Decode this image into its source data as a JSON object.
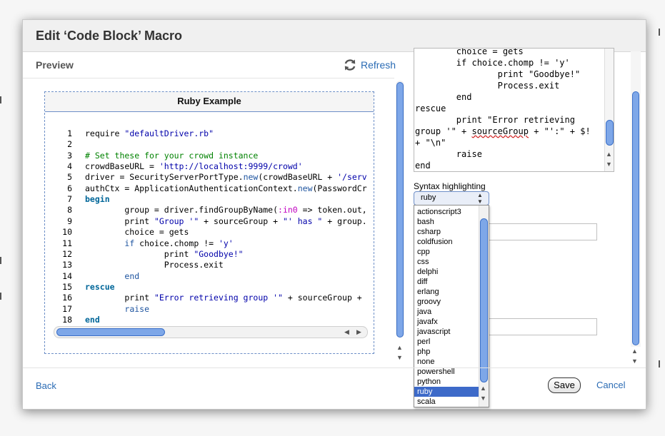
{
  "dialog": {
    "title": "Edit ‘Code Block’ Macro"
  },
  "preview": {
    "label": "Preview",
    "refresh_label": "Refresh"
  },
  "code_block": {
    "title": "Ruby Example",
    "lines": [
      {
        "n": "1",
        "html": "require <span class='tk-str'>\"defaultDriver.rb\"</span>"
      },
      {
        "n": "2",
        "html": ""
      },
      {
        "n": "3",
        "html": "<span class='tk-com'># Set these for your crowd instance</span>"
      },
      {
        "n": "4",
        "html": "crowdBaseURL = <span class='tk-str'>'http://localhost:9999/crowd'</span>"
      },
      {
        "n": "5",
        "html": "driver = SecurityServerPortType.<span class='tk-ctl'>new</span>(crowdBaseURL + <span class='tk-str'>'/serv</span>"
      },
      {
        "n": "6",
        "html": "authCtx = ApplicationAuthenticationContext.<span class='tk-ctl'>new</span>(PasswordCr"
      },
      {
        "n": "7",
        "html": "<span class='tk-kw'>begin</span>"
      },
      {
        "n": "8",
        "html": "        group = driver.findGroupByName(<span class='tk-sym'>:in0</span> => token.out,"
      },
      {
        "n": "9",
        "html": "        print <span class='tk-str'>\"Group '\"</span> + sourceGroup + <span class='tk-str'>\"' has \"</span> + group."
      },
      {
        "n": "10",
        "html": "        choice = gets"
      },
      {
        "n": "11",
        "html": "        <span class='tk-ctl'>if</span> choice.chomp != <span class='tk-str'>'y'</span>"
      },
      {
        "n": "12",
        "html": "                print <span class='tk-str'>\"Goodbye!\"</span>"
      },
      {
        "n": "13",
        "html": "                Process.exit"
      },
      {
        "n": "14",
        "html": "        <span class='tk-ctl'>end</span>"
      },
      {
        "n": "15",
        "html": "<span class='tk-kw'>rescue</span>"
      },
      {
        "n": "16",
        "html": "        print <span class='tk-str'>\"Error retrieving group '\"</span> + sourceGroup +"
      },
      {
        "n": "17",
        "html": "        <span class='tk-ctl'>raise</span>"
      },
      {
        "n": "18",
        "html": "<span class='tk-kw'>end</span>"
      }
    ]
  },
  "editor": {
    "lines": [
      {
        "html": "        choice = gets"
      },
      {
        "html": "        if choice.chomp != 'y'"
      },
      {
        "html": "                print \"Goodbye!\""
      },
      {
        "html": "                Process.exit"
      },
      {
        "html": "        end"
      },
      {
        "html": "rescue"
      },
      {
        "html": "        print \"Error retrieving"
      },
      {
        "html": "group '\" + <span class='squiggle'>sourceGroup</span> + \"':\" + $!"
      },
      {
        "html": "+ \"\\n\""
      },
      {
        "html": "        raise"
      },
      {
        "html": "end"
      }
    ]
  },
  "syntax": {
    "label": "Syntax highlighting",
    "selected": "ruby",
    "options": [
      "actionscript3",
      "bash",
      "csharp",
      "coldfusion",
      "cpp",
      "css",
      "delphi",
      "diff",
      "erlang",
      "groovy",
      "java",
      "javafx",
      "javascript",
      "perl",
      "php",
      "none",
      "powershell",
      "python",
      "ruby",
      "scala"
    ]
  },
  "footer": {
    "back_label": "Back",
    "save_label": "Save",
    "cancel_label": "Cancel"
  },
  "colors": {
    "accent": "#2a6bb4",
    "selection": "#3d6ac9",
    "scroll_thumb": "#7ea7e8"
  }
}
